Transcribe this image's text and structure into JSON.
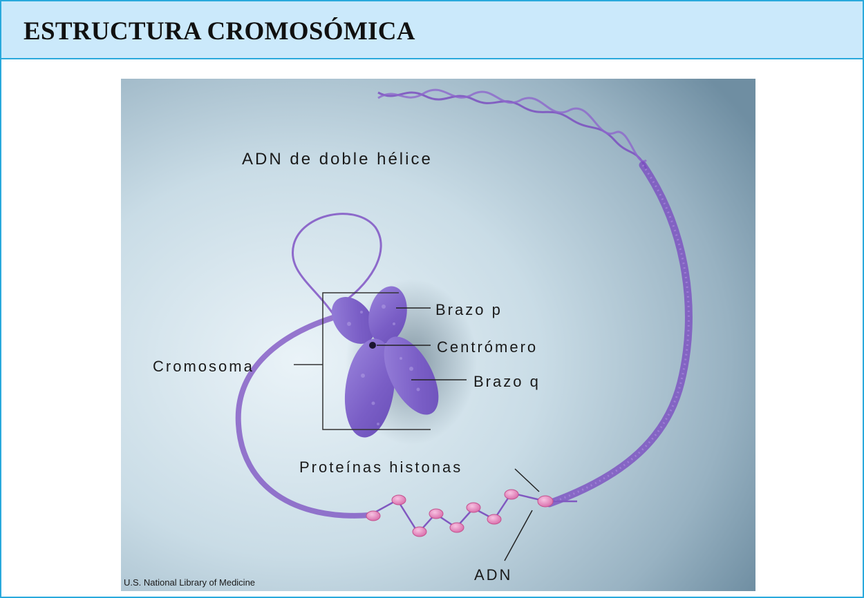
{
  "header": {
    "title": "ESTRUCTURA CROMOSÓMICA"
  },
  "diagram": {
    "labels": {
      "dna_helix": "ADN de doble hélice",
      "chromosome": "Cromosoma",
      "p_arm": "Brazo p",
      "centromere": "Centrómero",
      "q_arm": "Brazo q",
      "histones": "Proteínas histonas",
      "dna": "ADN"
    },
    "credit": "U.S. National Library of Medicine",
    "colors": {
      "header_bg": "#cbe9fb",
      "border": "#29a9dc",
      "chromosome": "#7b5fc4",
      "dna_strand": "#7a4cc0",
      "histone": "#e98fc6"
    }
  }
}
